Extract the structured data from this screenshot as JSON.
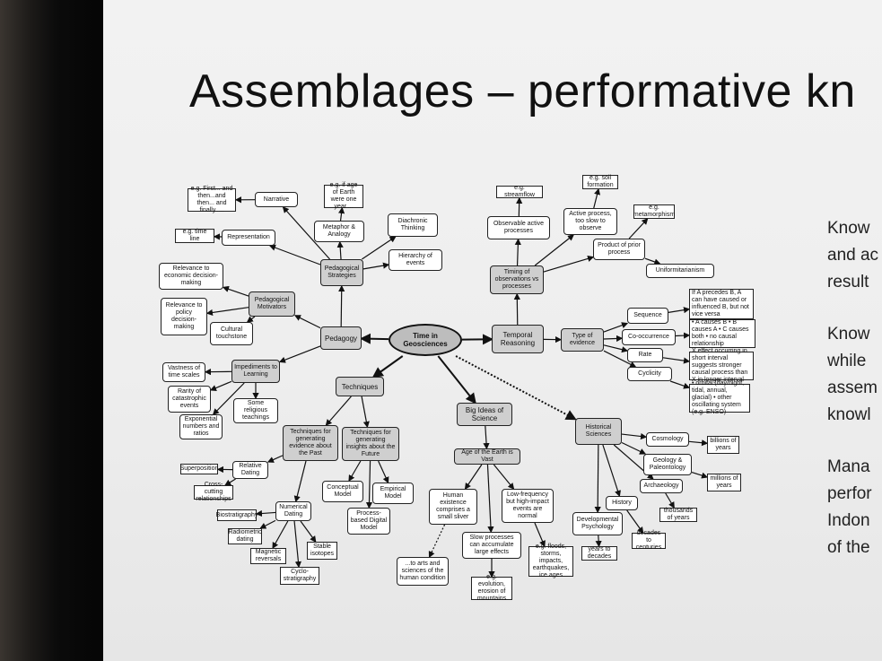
{
  "slide": {
    "title": "Assemblages – performative kn",
    "side_text": [
      {
        "lines": [
          "Know",
          "and ac",
          "result"
        ]
      },
      {
        "lines": [
          "Know",
          "while",
          "assem",
          "knowl"
        ]
      },
      {
        "lines": [
          "Mana",
          "perfor",
          "Indon",
          "of the"
        ]
      }
    ]
  },
  "diagram": {
    "nodes": {
      "center": "Time in Geosciences",
      "pedagogy": "Pedagogy",
      "temporal": "Temporal Reasoning",
      "techniques": "Techniques",
      "bigideas": "Big Ideas of Science",
      "pedstrat": "Pedagogical Strategies",
      "narrative": "Narrative",
      "eg_first": "e.g. First... and then...and then... and finally.....",
      "representation": "Representation",
      "timeline": "e.g. time line",
      "metaphor": "Metaphor & Analogy",
      "eg_age": "e.g. if age of Earth were one year....",
      "diachronic": "Diachronic Thinking",
      "hierarchy": "Hierarchy of events",
      "pedmot": "Pedagogical Motivators",
      "rel_econ": "Relevance to economic decision-making",
      "rel_policy": "Relevance to policy decision-making",
      "cultural": "Cultural touchstone",
      "impediments": "Impediments to Learning",
      "vastness": "Vastness of time scales",
      "rarity": "Rarity of catastrophic events",
      "exponential": "Exponential numbers and ratios",
      "religious": "Some religious teachings",
      "tech_past": "Techniques for generating evidence about the Past",
      "tech_future": "Techniques for generating insights about the Future",
      "relative": "Relative Dating",
      "superposition": "Superposition",
      "crosscut": "Cross-cutting relationships",
      "numerical": "Numerical Dating",
      "biostrat": "Biostratigraphy",
      "radiometric": "Radiometric dating",
      "magnetic": "Magnetic reversals",
      "stable": "Stable isotopes",
      "cyclo": "Cyclo-stratigraphy",
      "conceptual": "Conceptual Model",
      "empirical": "Empirical Model",
      "process": "Process-based Digital Model",
      "ageearth": "Age of the Earth is Vast",
      "human": "Human existence comprises a small sliver",
      "lowfreq": "Low-frequency but high-impact events are normal",
      "slow": "Slow processes can accumulate large effects",
      "arts": "...to arts and sciences of the human condition",
      "eg_evolution": "e.g. evolution, erosion of mountains",
      "eg_floods": "e.g. floods, storms, impacts, earthquakes, ice ages",
      "timing": "Timing of observations vs processes",
      "observable": "Observable active processes",
      "streamflow": "e.g. streamflow",
      "active_slow": "Active process, too slow to observe",
      "soil": "e.g. soil formation",
      "product": "Product of prior process",
      "metamorphism": "e.g. metamorphism",
      "uniformitarianism": "Uniformitarianism",
      "evidence": "Type of evidence",
      "sequence": "Sequence",
      "seq_desc": "If A precedes B, A can have caused or influenced B, but not vice versa",
      "cooccurrence": "Co-occurrence",
      "cooc_desc": "• A causes B • B causes A • C causes both • no causal relationship",
      "rate": "Rate",
      "rate_desc": "X effect occurring in short interval suggests stronger causal process than X in longer interval",
      "cyclicity": "Cyclicity",
      "cycl_desc": "• orbital (day/night, tidal, annual, glacial) • other oscillating system (e.g. ENSO)",
      "historical": "Historical Sciences",
      "cosmology": "Cosmology",
      "billions": "billions of years",
      "geology": "Geology & Paleontology",
      "millions": "millions of years",
      "archaeology": "Archaeology",
      "thousands": "thousands of years",
      "history": "History",
      "decades": "decades to centuries",
      "devpsych": "Developmental Psychology",
      "years": "years to decades"
    }
  }
}
